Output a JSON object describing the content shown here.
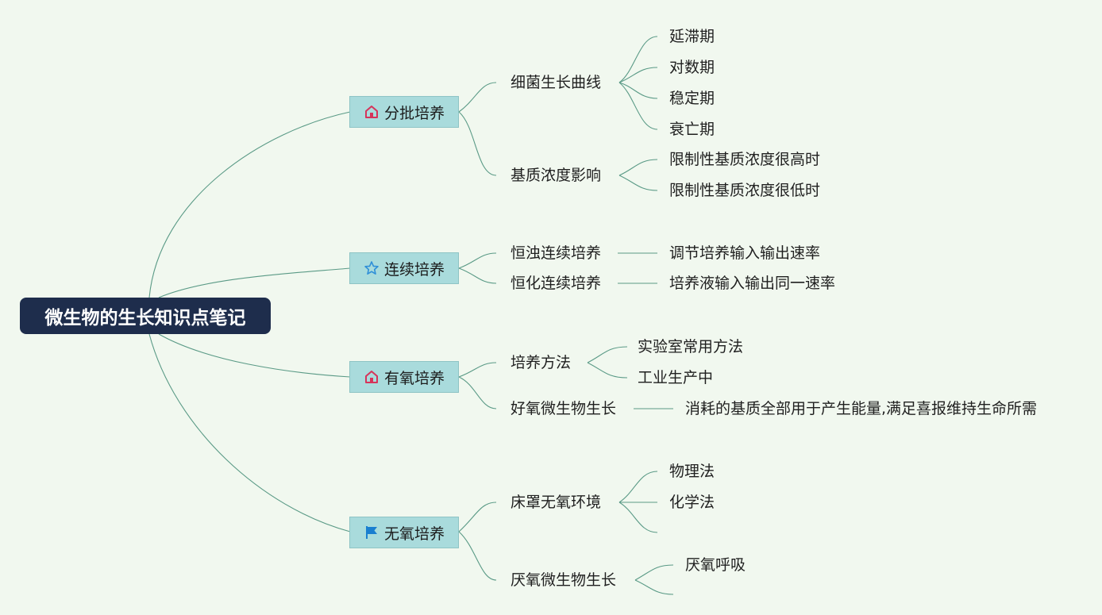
{
  "root": {
    "label": "微生物的生长知识点笔记"
  },
  "branches": [
    {
      "label": "分批培养",
      "icon": "home-icon",
      "children": [
        {
          "label": "细菌生长曲线",
          "leaves": [
            "延滞期",
            "对数期",
            "稳定期",
            "衰亡期"
          ]
        },
        {
          "label": "基质浓度影响",
          "leaves": [
            "限制性基质浓度很高时",
            "限制性基质浓度很低时"
          ]
        }
      ]
    },
    {
      "label": "连续培养",
      "icon": "star-icon",
      "children": [
        {
          "label": "恒浊连续培养",
          "leaves": [
            "调节培养输入输出速率"
          ]
        },
        {
          "label": "恒化连续培养",
          "leaves": [
            "培养液输入输出同一速率"
          ]
        }
      ]
    },
    {
      "label": "有氧培养",
      "icon": "home-icon",
      "children": [
        {
          "label": "培养方法",
          "leaves": [
            "实验室常用方法",
            "工业生产中"
          ]
        },
        {
          "label": "好氧微生物生长",
          "leaves": [
            "消耗的基质全部用于产生能量,满足喜报维持生命所需"
          ]
        }
      ]
    },
    {
      "label": "无氧培养",
      "icon": "flag-icon",
      "children": [
        {
          "label": "床罩无氧环境",
          "leaves": [
            "物理法",
            "化学法",
            ""
          ]
        },
        {
          "label": "厌氧微生物生长",
          "leaves": [
            "厌氧呼吸",
            ""
          ]
        }
      ]
    }
  ],
  "colors": {
    "background": "#f1f8ef",
    "root_fill": "#1e2d4c",
    "branch_fill": "#a9dbdc",
    "connector": "#5a9a86",
    "home_icon": "#d6335a",
    "star_icon": "#2f8fd8",
    "flag_icon": "#1a7fd0"
  }
}
